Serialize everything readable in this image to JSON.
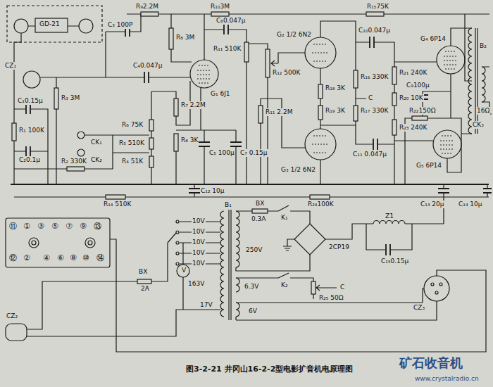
{
  "diagram": {
    "caption": "图3-2-21  井冈山16-2-2型电影扩音机电原理图",
    "labels": [
      "GD-21",
      "CZ₁",
      "R₉2.2M",
      "C₃ 100P",
      "R₈ 3M",
      "R₁₀3M",
      "G₁ 6J1",
      "C₆0.047μ",
      "R₁₁ 510K",
      "R₁₂ 500K",
      "G₂ 1/2 6N2",
      "R₁₅75K",
      "G₄ 6P14",
      "B₂",
      "16Ω",
      "CK₃",
      "C₁₀0.047μ",
      "R₁₆ 330K",
      "R₂₁ 240K",
      "C",
      "C₉100μ",
      "R₁₈ 3K",
      "R₂₀ 10K",
      "R₂₂150Ω",
      "R₁₉ 3K",
      "R₁₇ 330K",
      "R₂₃ 240K",
      "C₁₁ 0.047μ",
      "G₅ 6P14",
      "G₃ 1/2 6N2",
      "C₄0.047μ",
      "R₃ 3M",
      "C₁0.15μ",
      "R₁ 100K",
      "C₂0.1μ",
      "R₂ 330K",
      "R₇ 2.2M",
      "CK₁",
      "CK₂",
      "R₆ 75K",
      "R₅ 510K",
      "R₄ 51K",
      "R₈ 3K",
      "C₅ 100μ",
      "C₇ 0.15μ",
      "R₁₁ 2.2M",
      "C₁₂ 10μ",
      "R₁₄ 510K",
      "R₂₄100K",
      "C₁₃ 20μ",
      "C₁₄ 10μ",
      "BX",
      "0.3A",
      "K₁",
      "B₁",
      "10V",
      "10V",
      "10V",
      "10V",
      "10V",
      "250V",
      "2CP19",
      "Z1",
      "C₁₅0.15μ",
      "163V",
      "6.3V",
      "K₂",
      "R₂₅ 50Ω",
      "C",
      "17V",
      "6V",
      "V",
      "BX",
      "2A",
      "CZ₂",
      "CZ₃",
      "⑪",
      "①",
      "③",
      "⑤",
      "⑦",
      "⑨",
      "⑬",
      "⑫",
      "②",
      "④",
      "⑥",
      "⑧",
      "⑩",
      "⑭",
      "矿石收音机",
      "www.crystalradio.cn"
    ]
  }
}
